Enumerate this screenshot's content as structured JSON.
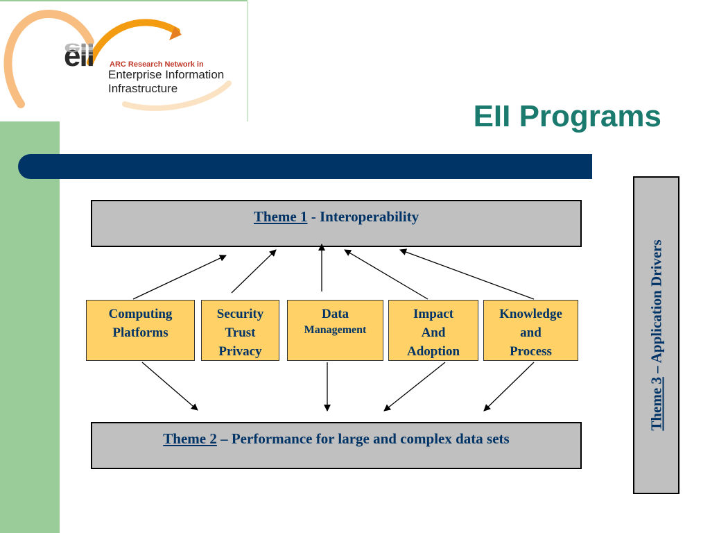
{
  "logo": {
    "mark": "eii",
    "line1": "ARC Research Network in",
    "line2": "Enterprise Information Infrastructure"
  },
  "title": "EII Programs",
  "theme1": {
    "link": "Theme 1",
    "rest": " - Interoperability"
  },
  "theme2": {
    "link": "Theme 2",
    "rest": " – Performance for large and complex data sets"
  },
  "theme3": {
    "link": "Theme 3",
    "rest": " – Application Drivers"
  },
  "programs": [
    {
      "lines": [
        "Computing",
        "Platforms"
      ]
    },
    {
      "lines": [
        "Security",
        "Trust",
        "Privacy"
      ]
    },
    {
      "lines": [
        "Data",
        "Management"
      ]
    },
    {
      "lines": [
        "Impact",
        "And",
        "Adoption"
      ]
    },
    {
      "lines": [
        "Knowledge",
        "and",
        "Process"
      ]
    }
  ],
  "colors": {
    "title": "#1a7a6e",
    "bar": "#003366",
    "sidebar": "#99cc99",
    "theme_box": "#c0c0c0",
    "program_box": "#ffd166",
    "text": "#003366"
  }
}
